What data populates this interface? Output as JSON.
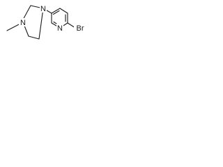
{
  "molecule": {
    "atoms": {
      "pyridine_n": "N",
      "piperazine_n_aryl": "N",
      "piperazine_n_methyl": "N",
      "bromine": "Br"
    }
  }
}
